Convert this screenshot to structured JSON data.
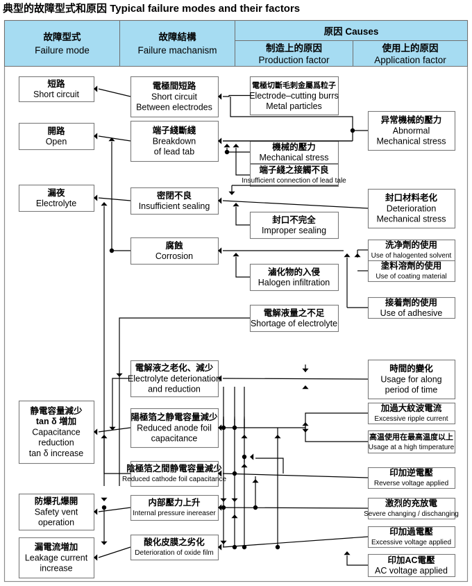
{
  "title": {
    "zh": "典型的故障型式和原因",
    "en": "Typical failure modes and their factors"
  },
  "colors": {
    "header_bg": "#a6dcf2",
    "box_border": "#7a7a7a",
    "wire": "#000000",
    "page_bg": "#ffffff"
  },
  "header": {
    "failure_mode": {
      "zh": "故障型式",
      "en": "Failure mode"
    },
    "failure_mechanism": {
      "zh": "故障結構",
      "en": "Failure machanism"
    },
    "causes": {
      "zh": "原因",
      "en": "Causes"
    },
    "production": {
      "zh": "制造上的原因",
      "en": "Production factor"
    },
    "application": {
      "zh": "使用上的原因",
      "en": "Application factor"
    }
  },
  "failure_modes": [
    {
      "zh": "短路",
      "en": [
        "Short circuit"
      ]
    },
    {
      "zh": "開路",
      "en": [
        "Open"
      ]
    },
    {
      "zh": "漏夜",
      "en": [
        "Electrolyte"
      ]
    },
    {
      "zh": "静電容量減少",
      "zh2": "tan δ 増加",
      "en": [
        "Capacitance",
        "reduction",
        "tan δ  increase"
      ]
    },
    {
      "zh": "防爆孔爆開",
      "en": [
        "Safety vent",
        "operation"
      ]
    },
    {
      "zh": "漏電流増加",
      "en": [
        "Leakage current",
        "increase"
      ]
    }
  ],
  "failure_mechanisms": [
    {
      "zh": "電極間短路",
      "en": [
        "Short circuit",
        "Between electrodes"
      ]
    },
    {
      "zh": "端子綫斷綫",
      "en": [
        "Breakdown",
        "of lead tab"
      ]
    },
    {
      "zh": "密閉不良",
      "en": [
        "Insufficient sealing"
      ]
    },
    {
      "zh": "腐蝕",
      "en": [
        "Corrosion"
      ]
    },
    {
      "zh": "電解液之老化、減少",
      "en": [
        "Electrolyte deterionation",
        "and reduction"
      ]
    },
    {
      "zh": "陽極箔之静電容量減少",
      "en": [
        "Reduced anode foil",
        "capacitance"
      ]
    },
    {
      "zh": "陰極箔之間静電容量減少",
      "en": [
        "Reduced cathode foil capacitance"
      ],
      "small": true
    },
    {
      "zh": "内部壓力上升",
      "en": [
        "Internal pressure inereaser"
      ],
      "small": true
    },
    {
      "zh": "酸化皮膜之劣化",
      "en": [
        "Deterioration of oxide film"
      ],
      "small": true
    }
  ],
  "production_factors": [
    {
      "zh": "電極切斷毛刺金屬爲粒子",
      "en": [
        "Electrode–cutting burrs",
        "Metal particles"
      ],
      "smallzh": true
    },
    {
      "zh": "機械的壓力",
      "en": [
        "Mechanical stress"
      ]
    },
    {
      "zh": "端子綫之接觸不良",
      "en": [
        "Insufficient connection of lead tale"
      ],
      "small": true
    },
    {
      "zh": "封口不完全",
      "en": [
        "Improper sealing"
      ]
    },
    {
      "zh": "滷化物的入侵",
      "en": [
        "Halogen infiltration"
      ]
    },
    {
      "zh": "電解液量之不足",
      "en": [
        "Shortage of electrolyte"
      ]
    }
  ],
  "application_factors": [
    {
      "zh": "异常機械的壓力",
      "en": [
        "Abnormal",
        "Mechanical stress"
      ]
    },
    {
      "zh": "封口材料老化",
      "en": [
        "Deterioration",
        "Mechanical stress"
      ]
    },
    {
      "zh": "洗净劑的使用",
      "en": [
        "Use of halogented solvent"
      ],
      "small": true
    },
    {
      "zh": "塗料溶劑的使用",
      "en": [
        "Use of coating material"
      ],
      "small": true
    },
    {
      "zh": "接着劑的使用",
      "en": [
        "Use of adhesive"
      ]
    },
    {
      "zh": "時間的變化",
      "en": [
        "Usage for along",
        "period of time"
      ]
    },
    {
      "zh": "加過大紋波電流",
      "en": [
        "Excessive ripple current"
      ],
      "small": true
    },
    {
      "zh": "高温使用在最高温度以上",
      "en": [
        "Usage at a high timperature"
      ],
      "small": true,
      "smallzh": true
    },
    {
      "zh": "印加逆電壓",
      "en": [
        "Reverse voltage applied"
      ],
      "small": true
    },
    {
      "zh": "激烈的充放電",
      "en": [
        "Severe changing / dischanging"
      ],
      "small": true
    },
    {
      "zh": "印加過電壓",
      "en": [
        "Excessive voltage applied"
      ],
      "small": true
    },
    {
      "zh": "印加AC電壓",
      "en": [
        "AC voltage applied"
      ]
    }
  ]
}
